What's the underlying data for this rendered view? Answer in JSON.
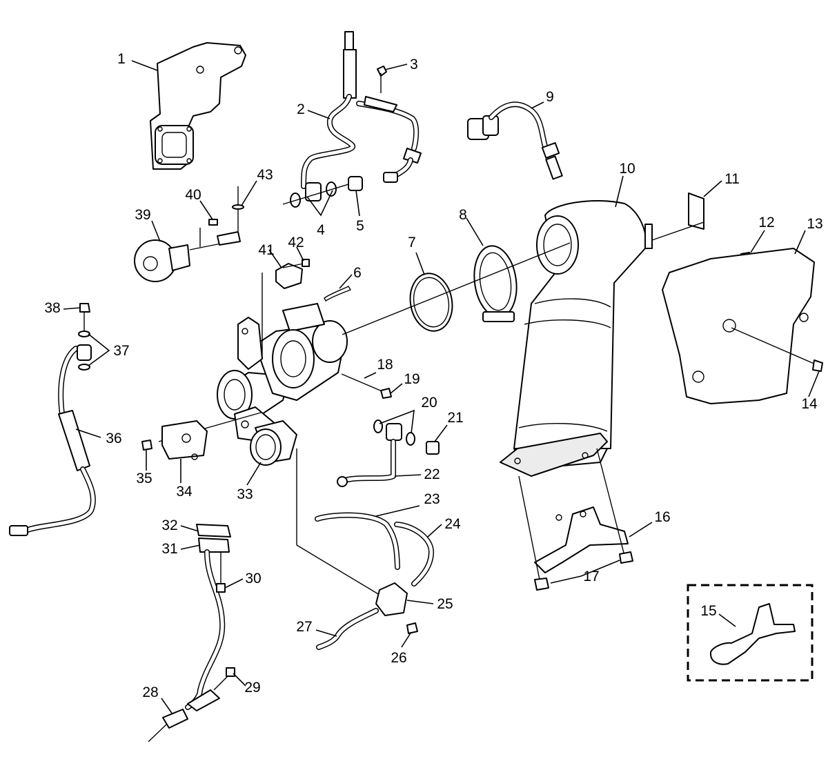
{
  "callouts": [
    "1",
    "2",
    "3",
    "4",
    "5",
    "6",
    "7",
    "8",
    "9",
    "10",
    "11",
    "12",
    "13",
    "14",
    "15",
    "16",
    "17",
    "18",
    "19",
    "20",
    "21",
    "22",
    "23",
    "24",
    "25",
    "26",
    "27",
    "28",
    "29",
    "30",
    "31",
    "32",
    "33",
    "34",
    "35",
    "36",
    "37",
    "38",
    "39",
    "40",
    "41",
    "42",
    "43"
  ],
  "detail_inset": {
    "label": "15",
    "style": "dashed"
  },
  "colors": {
    "line": "#000000",
    "background": "#ffffff",
    "shade": "#ececec"
  }
}
